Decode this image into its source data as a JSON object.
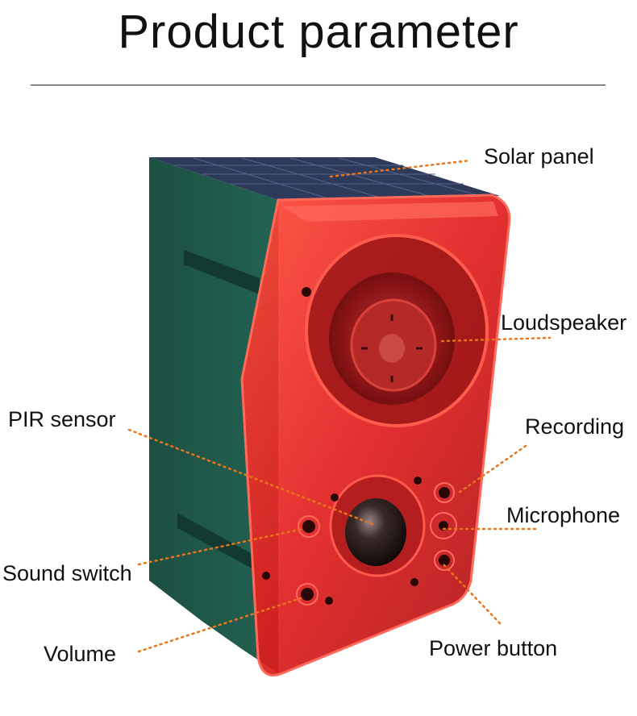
{
  "title": "Product parameter",
  "colors": {
    "leader": "#e8751a",
    "housing": "#1f5a4a",
    "cover": "#e02020",
    "solar": "#2d3a5a"
  },
  "labels": {
    "solar_panel": "Solar panel",
    "loudspeaker": "Loudspeaker",
    "pir_sensor": "PIR sensor",
    "recording": "Recording",
    "microphone": "Microphone",
    "sound_switch": "Sound switch",
    "volume": "Volume",
    "power_button": "Power button"
  }
}
